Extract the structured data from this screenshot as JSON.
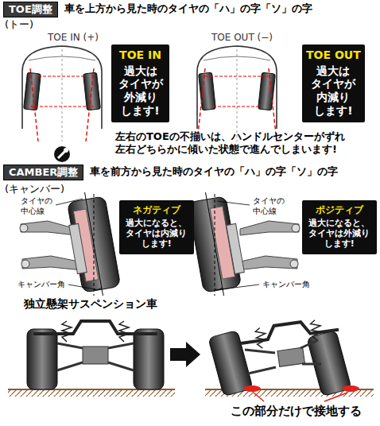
{
  "diagram": {
    "nodes": [
      {
        "text": [
          "TOE調整"
        ]
      },
      {
        "text": [
          "TOE IN",
          "過大は タイヤが 外減り します!"
        ]
      },
      {
        "text": [
          "TOE OUT",
          "過大は タイヤが 内減り します!"
        ]
      },
      {
        "text": [
          "CAMBER調整"
        ]
      },
      {
        "text": [
          "ネガティブ",
          "過大になると、 タイヤは内減り します!"
        ]
      },
      {
        "text": [
          "ポジティブ",
          "過大になると、 タイヤは外減り します!"
        ]
      }
    ],
    "labels": [
      "車を上方から見た時のタイヤの「ハ」の字「ソ」の字",
      "(トー)",
      "TOE IN (+)",
      "TOE OUT (−)",
      "左右のTOEの不揃いは、ハンドルセンターがずれ 左右どちらかに傾いた状態で進んでしまいます!",
      "車を前方から見た時のタイヤの「ハ」の字「ソ」の字",
      "(キャンバー)",
      "タイヤの 中心線",
      "キャンバー角",
      "タイヤの 中心線",
      "キャンバー角",
      "独立懸架サスペンション車",
      "この部分だけで接地する"
    ]
  }
}
